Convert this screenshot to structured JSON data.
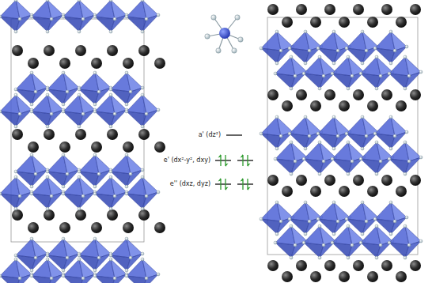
{
  "diagram": {
    "labels": [
      "a' (dz²)",
      "e' (dx²-y², dxy)",
      "e'' (dxz, dyz)"
    ]
  }
}
